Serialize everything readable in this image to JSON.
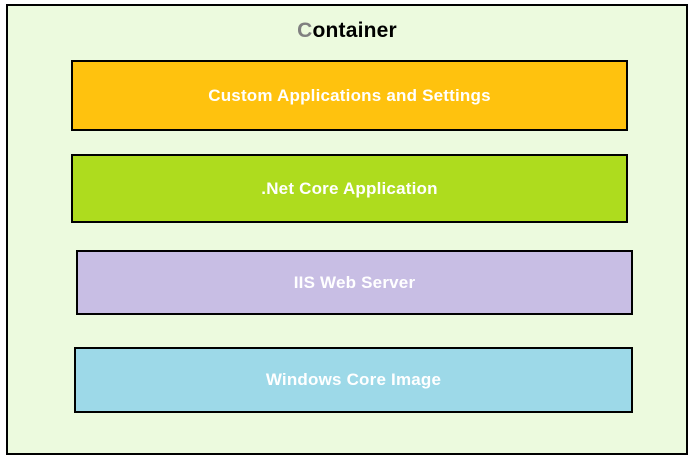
{
  "diagram": {
    "type": "layered-stack",
    "title": {
      "full_text": "Container",
      "initial": "C",
      "rest": "ontainer",
      "initial_color": "#808080",
      "rest_color": "#000000"
    },
    "background_color": "#ecfade",
    "border_color": "#000000",
    "layers": [
      {
        "label": "Custom Applications and Settings",
        "fill_color": "#ffc20e",
        "text_color": "#ffffff",
        "border_color": "#000000",
        "order": 1
      },
      {
        "label": ".Net Core Application",
        "fill_color": "#aedc1e",
        "text_color": "#ffffff",
        "border_color": "#000000",
        "order": 2
      },
      {
        "label": "IIS Web Server",
        "fill_color": "#c8bee4",
        "text_color": "#ffffff",
        "border_color": "#000000",
        "order": 3
      },
      {
        "label": "Windows Core Image",
        "fill_color": "#9dd9e8",
        "text_color": "#ffffff",
        "border_color": "#000000",
        "order": 4
      }
    ]
  }
}
